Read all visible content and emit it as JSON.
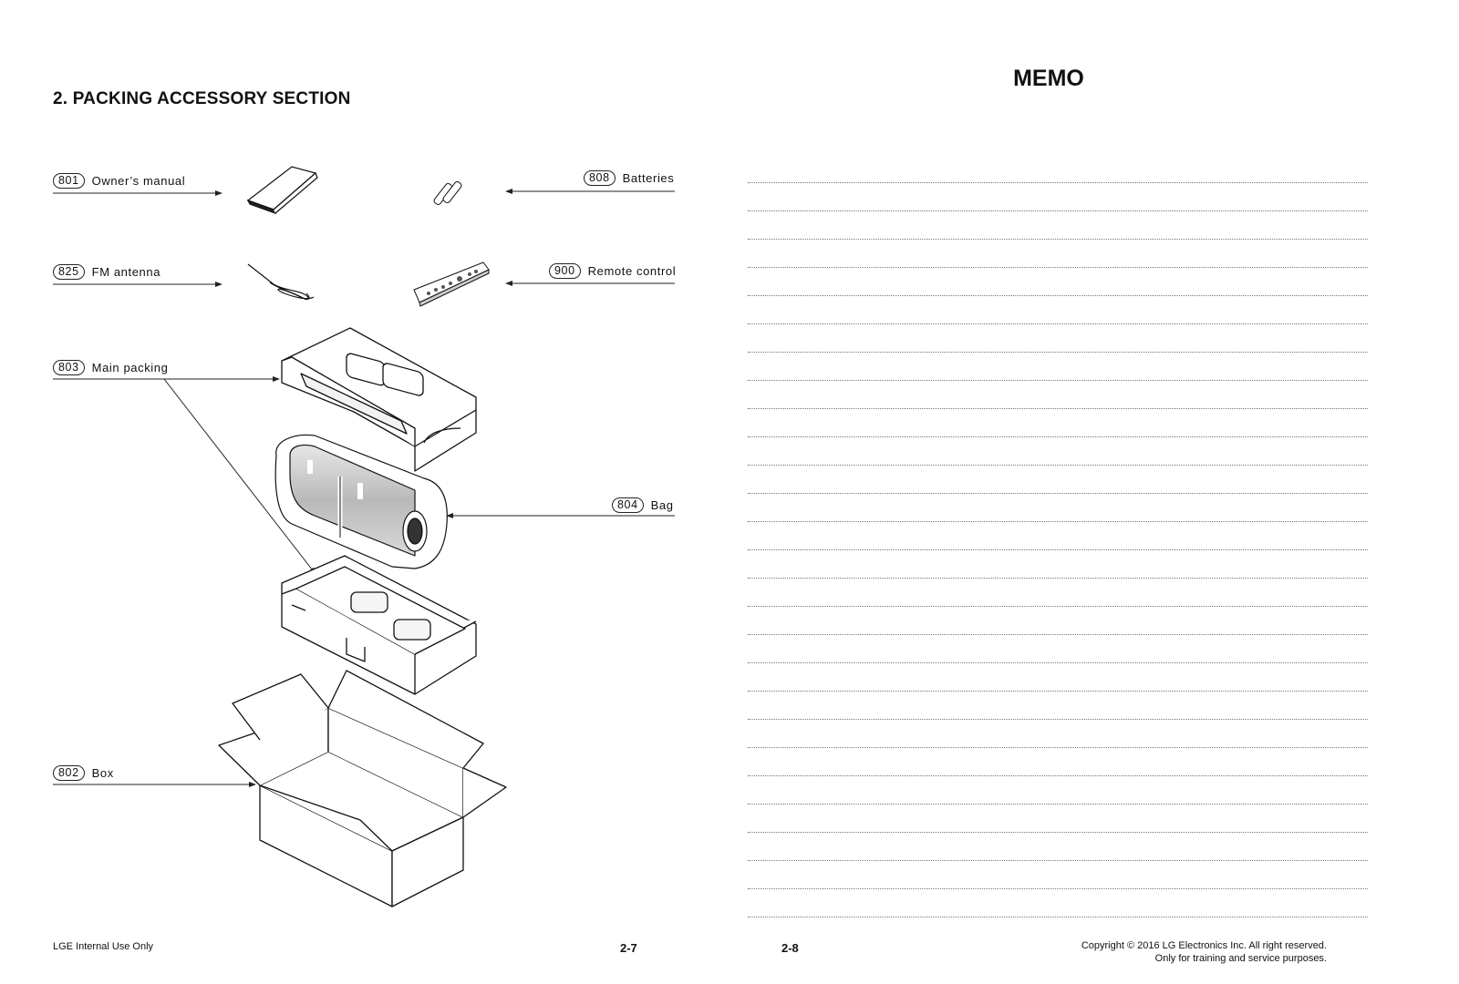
{
  "left_page": {
    "section_title": "2. PACKING ACCESSORY SECTION",
    "parts": [
      {
        "no": "801",
        "name": "Owner’s manual"
      },
      {
        "no": "808",
        "name": "Batteries"
      },
      {
        "no": "825",
        "name": "FM antenna"
      },
      {
        "no": "900",
        "name": "Remote control"
      },
      {
        "no": "803",
        "name": "Main packing"
      },
      {
        "no": "804",
        "name": "Bag"
      },
      {
        "no": "802",
        "name": "Box"
      }
    ],
    "footer_left": "LGE Internal Use Only",
    "page_number": "2-7"
  },
  "right_page": {
    "title": "MEMO",
    "page_number": "2-8",
    "copyright_line1": "Copyright © 2016 LG Electronics Inc. All right reserved.",
    "copyright_line2": "Only for training and service purposes."
  }
}
